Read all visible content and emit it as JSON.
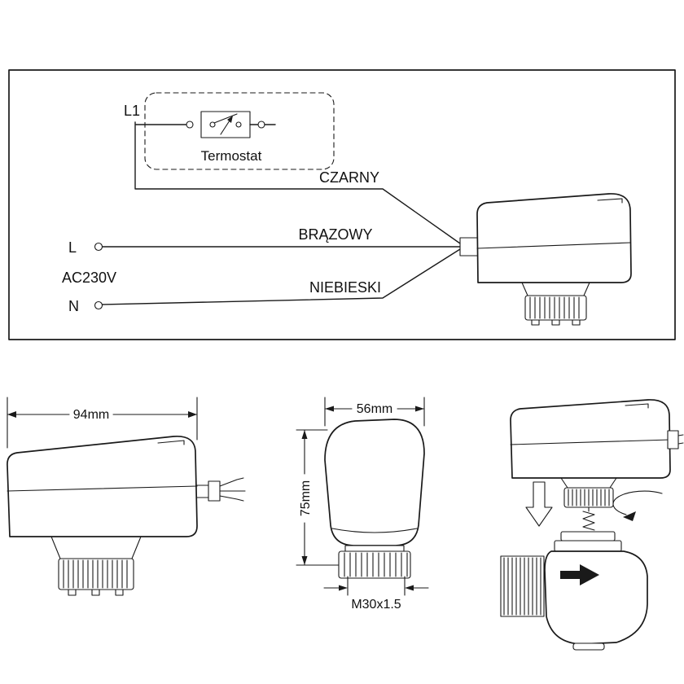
{
  "wiring": {
    "supply_line_label": "L1",
    "thermostat_label": "Termostat",
    "wire_labels": {
      "black": "CZARNY",
      "brown": "BRĄZOWY",
      "blue": "NIEBIESKI"
    },
    "terminal_l": "L",
    "terminal_n": "N",
    "voltage": "AC230V"
  },
  "dimensions": {
    "body_width": "94mm",
    "body_depth": "56mm",
    "body_height": "75mm",
    "valve_thread": "M30x1.5"
  },
  "colors": {
    "line": "#1a1a1a",
    "background": "#ffffff"
  }
}
